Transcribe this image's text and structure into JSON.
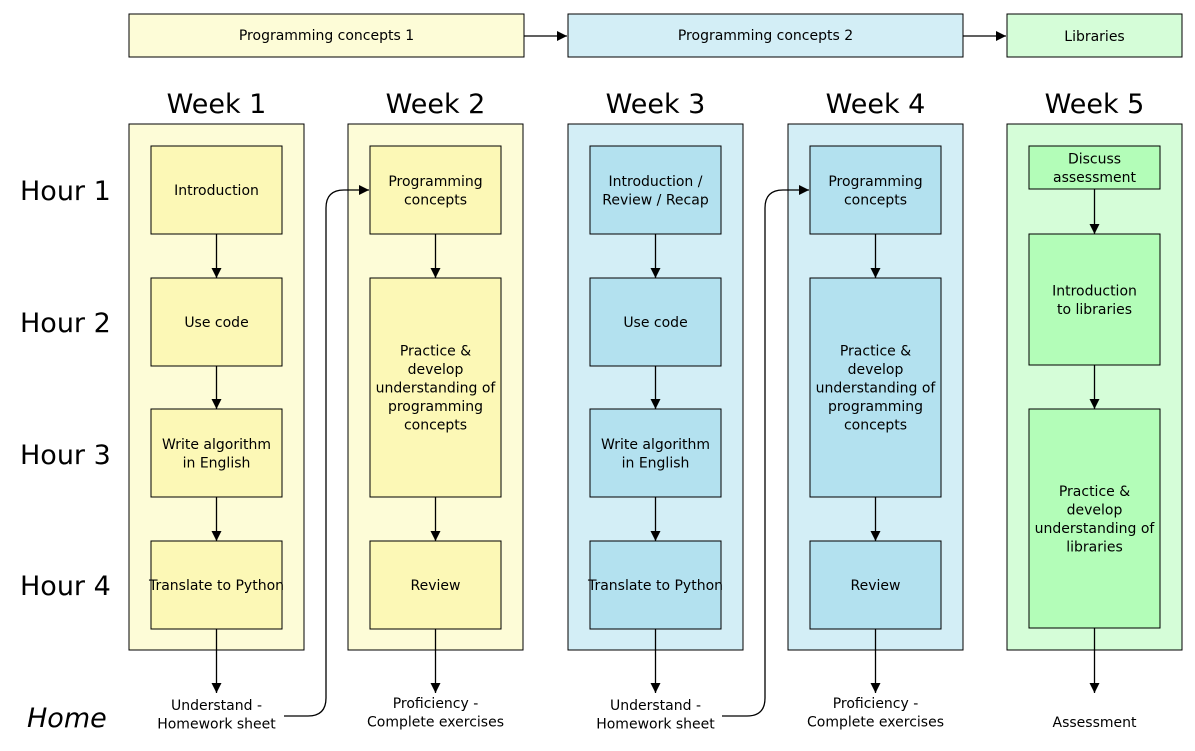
{
  "phases": [
    {
      "label": "Programming concepts 1",
      "color": "#fdfcd7"
    },
    {
      "label": "Programming concepts 2",
      "color": "#d3eef6"
    },
    {
      "label": "Libraries",
      "color": "#d5fdd8"
    }
  ],
  "hours": [
    "Hour 1",
    "Hour 2",
    "Hour 3",
    "Hour 4"
  ],
  "home_label": "Home",
  "weeks": [
    {
      "title": "Week 1",
      "column_color": "#fdfcd7",
      "box_color": "#fcf8b6",
      "boxes": [
        {
          "lines": [
            "Introduction"
          ]
        },
        {
          "lines": [
            "Use code"
          ]
        },
        {
          "lines": [
            "Write algorithm",
            "in English"
          ]
        },
        {
          "lines": [
            "Translate to Python"
          ]
        }
      ],
      "outcome": [
        "Understand -",
        "Homework sheet"
      ]
    },
    {
      "title": "Week 2",
      "column_color": "#fdfcd7",
      "box_color": "#fcf8b6",
      "boxes": [
        {
          "lines": [
            "Programming",
            "concepts"
          ]
        },
        {
          "lines": [
            "Practice &",
            "develop",
            "understanding of",
            "programming",
            "concepts"
          ]
        },
        {
          "lines": [
            "Review"
          ]
        }
      ],
      "outcome": [
        "Proficiency -",
        "Complete exercises"
      ]
    },
    {
      "title": "Week 3",
      "column_color": "#d3eef6",
      "box_color": "#b3e1ef",
      "boxes": [
        {
          "lines": [
            "Introduction /",
            "Review / Recap"
          ]
        },
        {
          "lines": [
            "Use code"
          ]
        },
        {
          "lines": [
            "Write algorithm",
            "in English"
          ]
        },
        {
          "lines": [
            "Translate to Python"
          ]
        }
      ],
      "outcome": [
        "Understand -",
        "Homework sheet"
      ]
    },
    {
      "title": "Week 4",
      "column_color": "#d3eef6",
      "box_color": "#b3e1ef",
      "boxes": [
        {
          "lines": [
            "Programming",
            "concepts"
          ]
        },
        {
          "lines": [
            "Practice &",
            "develop",
            "understanding of",
            "programming",
            "concepts"
          ]
        },
        {
          "lines": [
            "Review"
          ]
        }
      ],
      "outcome": [
        "Proficiency -",
        "Complete exercises"
      ]
    },
    {
      "title": "Week 5",
      "column_color": "#d5fdd8",
      "box_color": "#b3fdb8",
      "boxes": [
        {
          "lines": [
            "Discuss",
            "assessment"
          ]
        },
        {
          "lines": [
            "Introduction",
            "to libraries"
          ]
        },
        {
          "lines": [
            "Practice &",
            "develop",
            "understanding of",
            "libraries"
          ]
        }
      ],
      "outcome": [
        "Assessment"
      ]
    }
  ]
}
